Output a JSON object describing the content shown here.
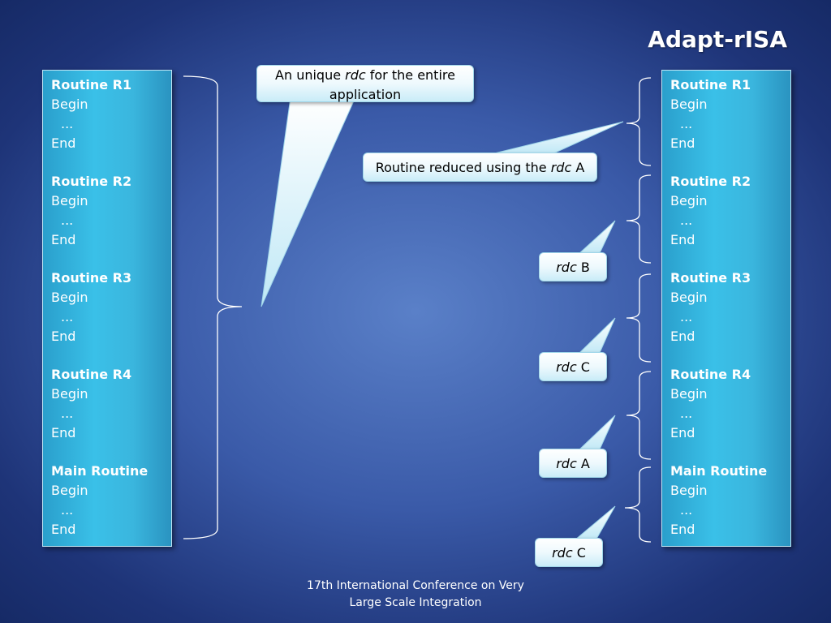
{
  "title": "Adapt-rISA",
  "left_panel": {
    "routines": [
      {
        "name": "Routine R1",
        "begin": "Begin",
        "dots": "...",
        "end": "End"
      },
      {
        "name": "Routine R2",
        "begin": "Begin",
        "dots": "...",
        "end": "End"
      },
      {
        "name": "Routine R3",
        "begin": "Begin",
        "dots": "...",
        "end": "End"
      },
      {
        "name": "Routine R4",
        "begin": "Begin",
        "dots": "...",
        "end": "End"
      },
      {
        "name": "Main Routine",
        "begin": "Begin",
        "dots": "...",
        "end": "End"
      }
    ]
  },
  "right_panel": {
    "routines": [
      {
        "name": "Routine R1",
        "begin": "Begin",
        "dots": "...",
        "end": "End"
      },
      {
        "name": "Routine R2",
        "begin": "Begin",
        "dots": "...",
        "end": "End"
      },
      {
        "name": "Routine R3",
        "begin": "Begin",
        "dots": "...",
        "end": "End"
      },
      {
        "name": "Routine R4",
        "begin": "Begin",
        "dots": "...",
        "end": "End"
      },
      {
        "name": "Main Routine",
        "begin": "Begin",
        "dots": "...",
        "end": "End"
      }
    ]
  },
  "callouts": {
    "unique": {
      "pre": "An unique ",
      "em": "rdc",
      "post": " for the entire application"
    },
    "reduced": {
      "pre": "Routine reduced using the ",
      "em": "rdc",
      "post": " A"
    },
    "rdc_b": {
      "em": "rdc",
      "post": " B"
    },
    "rdc_c1": {
      "em": "rdc",
      "post": " C"
    },
    "rdc_a": {
      "em": "rdc",
      "post": " A"
    },
    "rdc_c2": {
      "em": "rdc",
      "post": " C"
    }
  },
  "footer": {
    "line1": "17th International Conference on Very",
    "line2": "Large Scale Integration"
  },
  "colors": {
    "panel": "#3ac0e8",
    "callout_fill": "#eef9fd",
    "bracket": "#ffffff"
  }
}
